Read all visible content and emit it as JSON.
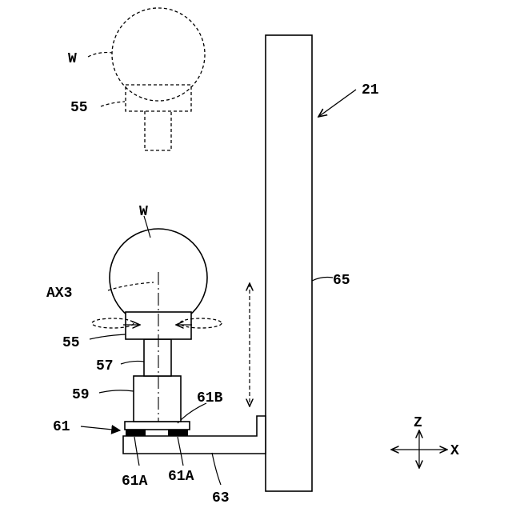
{
  "labels": {
    "w_top": "W",
    "n55_top": "55",
    "n21": "21",
    "w": "W",
    "ax3": "AX3",
    "n65": "65",
    "n55": "55",
    "n57": "57",
    "n59": "59",
    "n61b": "61B",
    "n61": "61",
    "n61a_left": "61A",
    "n61a_right": "61A",
    "n63": "63",
    "z": "Z",
    "x": "X"
  }
}
